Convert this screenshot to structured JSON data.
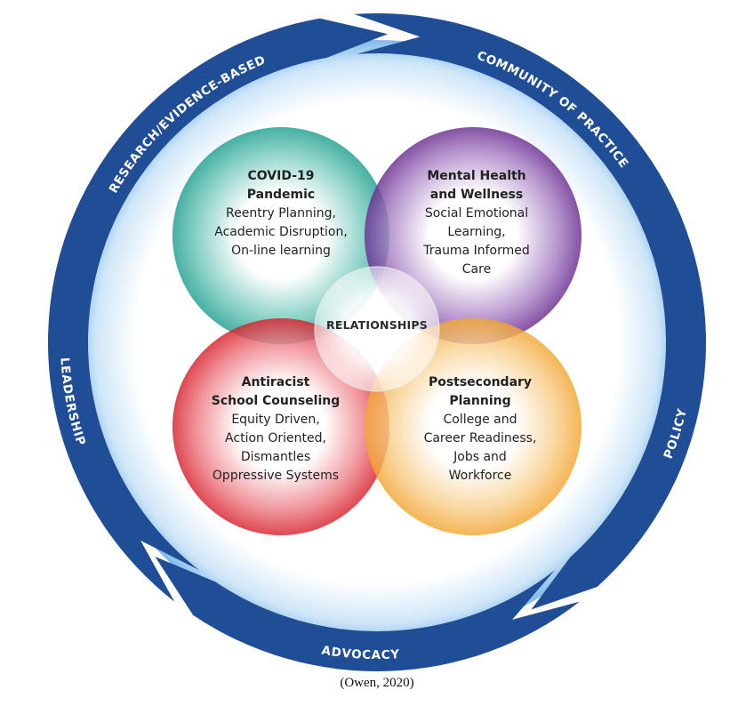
{
  "diagram": {
    "outer_ring": {
      "color": "#1f4e96",
      "segments": [
        {
          "label": "RESEARCH/EVIDENCE-BASED"
        },
        {
          "label": "COMMUNITY OF PRACTICE"
        },
        {
          "label": "POLICY"
        },
        {
          "label": "ADVOCACY"
        },
        {
          "label": "LEADERSHIP"
        }
      ]
    },
    "center": {
      "label": "RELATIONSHIPS"
    },
    "circles": [
      {
        "title_lines": [
          "COVID-19",
          "Pandemic"
        ],
        "body_lines": [
          "Reentry Planning,",
          "Academic Disruption,",
          "On-line learning"
        ],
        "color": "#1f9e8f"
      },
      {
        "title_lines": [
          "Mental Health",
          "and Wellness"
        ],
        "body_lines": [
          "Social Emotional",
          "Learning,",
          "Trauma Informed",
          "Care"
        ],
        "color": "#6a2c91"
      },
      {
        "title_lines": [
          "Antiracist",
          "School Counseling"
        ],
        "body_lines": [
          "Equity Driven,",
          "Action Oriented,",
          "Dismantles",
          "Oppressive Systems"
        ],
        "color": "#d7202c"
      },
      {
        "title_lines": [
          "Postsecondary",
          "Planning"
        ],
        "body_lines": [
          "College and",
          "Career Readiness,",
          "Jobs and",
          "Workforce"
        ],
        "color": "#f2a531"
      }
    ]
  },
  "caption": "(Owen, 2020)"
}
